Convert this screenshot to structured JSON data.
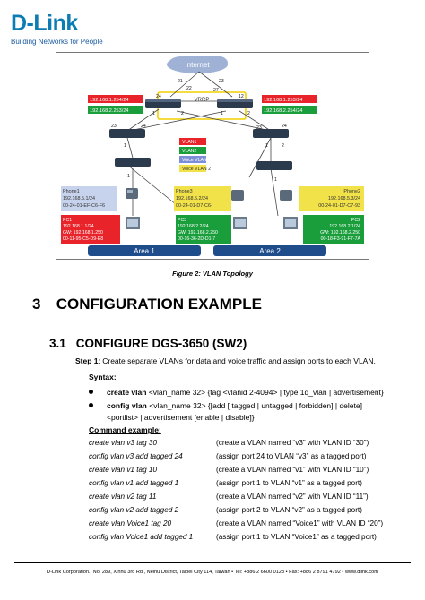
{
  "header": {
    "logo": "D-Link",
    "tagline": "Building Networks for People"
  },
  "figure": {
    "internet_label": "Internet",
    "vrrp_label": "VRRP",
    "ports": {
      "core_l_up": "24",
      "core_l_21": "21",
      "core_l_22": "22",
      "core_r_up": "23",
      "core_r_27": "27",
      "core_l_24": "24",
      "core_r_12": "12",
      "core_l_1": "1",
      "core_l_2": "2",
      "core_r_1": "1",
      "core_r_2": "2",
      "sw1_23": "23",
      "sw1_24": "24",
      "sw1_1": "1",
      "sw2_23": "23",
      "sw2_24": "24",
      "sw2_1": "1",
      "sw2_2": "2",
      "acc_l_1": "1",
      "acc_r_1": "1"
    },
    "core_left_subnets": [
      "192.168.1.254/24",
      "192.168.2.253/24"
    ],
    "core_right_subnets": [
      "192.168.1.253/24",
      "192.168.2.254/24"
    ],
    "legend": [
      "VLAN1",
      "VLAN2",
      "Voice VLAN 1",
      "Voice VLAN 2"
    ],
    "phone1": [
      "Phone1",
      "192.168.5.1/24",
      "00-24-01-EF-C6-F6"
    ],
    "phone3": [
      "Phone3",
      "192.168.5.2/24",
      "00-24-01-D7-C6-"
    ],
    "phone2": [
      "Phone2",
      "192.168.5.3/24",
      "00-24-01-D7-C7-93"
    ],
    "pc1": [
      "PC1",
      "192.168.1.1/24",
      "GW: 192.168.1.250",
      "00-11-95-C5-D9-E8"
    ],
    "pc3": [
      "PC3",
      "192.168.2.2/24",
      "GW: 192.168.2.250",
      "00-16-36-2D-D1-7"
    ],
    "pc2": [
      "PC2",
      "192.168.2.1/24",
      "GW: 192.168.2.250",
      "00-18-F3-91-F7-7A"
    ],
    "area1": "Area 1",
    "area2": "Area 2",
    "colors": {
      "red": "#e8232a",
      "green": "#1a9e3c",
      "blue": "#7c8fd6",
      "yellow": "#f2e24a",
      "pale_blue": "#c7d3ec",
      "area_bar": "#1f4d8c"
    }
  },
  "caption": "Figure 2: VLAN Topology",
  "section": {
    "number": "3",
    "title": "CONFIGURATION EXAMPLE"
  },
  "subsection": {
    "number": "3.1",
    "title": "CONFIGURE DGS-3650 (SW2)"
  },
  "step1": {
    "label": "Step 1",
    "text": ": Create separate VLANs for data and voice traffic and assign ports to each VLAN."
  },
  "syntax_label": "Syntax:",
  "syntax": [
    {
      "cmd": "create vlan",
      "rest": " <vlan_name 32> {tag <vlanid 2-4094> | type 1q_vlan | advertisement}"
    },
    {
      "cmd": "config vlan",
      "rest": " <vlan_name 32> {[add [ tagged | untagged | forbidden] | delete] <portlist> | advertisement [enable | disable]}"
    }
  ],
  "command_label": "Command example:",
  "commands": [
    {
      "cmd": "create vlan v3 tag 30",
      "desc": "(create a VLAN named “v3” with VLAN ID “30”)"
    },
    {
      "cmd": "config vlan v3 add tagged 24",
      "desc": "(assign port 24 to VLAN “v3” as a tagged port)"
    },
    {
      "cmd": "create vlan v1 tag 10",
      "desc": "(create a VLAN named “v1” with VLAN ID “10”)"
    },
    {
      "cmd": "config vlan v1 add tagged 1",
      "desc": "(assign port 1 to VLAN “v1” as a tagged port)"
    },
    {
      "cmd": "create vlan v2 tag 11",
      "desc": "(create a VLAN named “v2” with VLAN ID “11”)"
    },
    {
      "cmd": "config vlan v2 add tagged 2",
      "desc": "(assign port 2 to VLAN “v2” as a tagged port)"
    },
    {
      "cmd": "create vlan Voice1 tag 20",
      "desc": "(create a VLAN named “Voice1” with VLAN ID “20”)"
    },
    {
      "cmd": "config vlan Voice1 add tagged 1",
      "desc": "(assign port 1 to VLAN “Voice1” as a tagged port)"
    }
  ],
  "footer": "D-Link Corporation., No. 289, Xinhu 3rd Rd., Neihu District, Taipei City 114, Taiwan • Tel: +886 2 6600 0123 • Fax: +886 2 8791 4792 • www.dlink.com"
}
